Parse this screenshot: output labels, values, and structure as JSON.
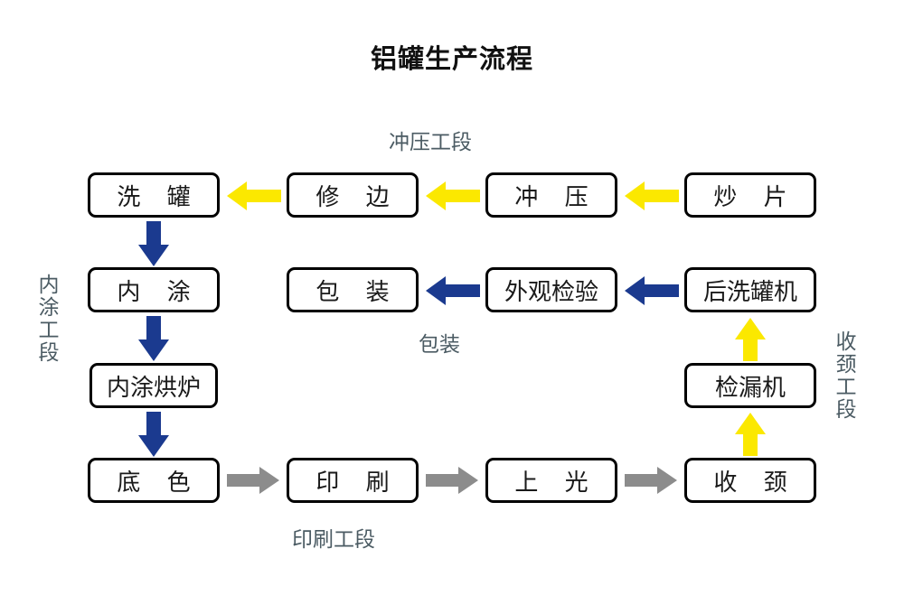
{
  "title": "铝罐生产流程",
  "colors": {
    "yellow": "#FBE800",
    "blue": "#1B3A8F",
    "gray": "#8C8C8C",
    "box_border": "#000000",
    "label_text": "#4B5B63",
    "background": "#FFFFFF"
  },
  "section_labels": {
    "stamping": "冲压工段",
    "inner_coating": "内涂工段",
    "printing": "印刷工段",
    "packing": "包装",
    "necking": "收颈工段"
  },
  "nodes": {
    "row1": [
      {
        "id": "wash-can",
        "label": "洗 罐"
      },
      {
        "id": "trim",
        "label": "修 边"
      },
      {
        "id": "stamping",
        "label": "冲 压"
      },
      {
        "id": "blank-feed",
        "label": "炒 片"
      }
    ],
    "row2": [
      {
        "id": "inner-coating",
        "label": "内 涂"
      },
      {
        "id": "packaging",
        "label": "包 装"
      },
      {
        "id": "appearance-inspection",
        "label": "外观检验"
      },
      {
        "id": "post-washer",
        "label": "后洗罐机"
      }
    ],
    "row3": [
      {
        "id": "inner-coating-oven",
        "label": "内涂烘炉"
      },
      {
        "id": "leak-tester",
        "label": "检漏机"
      }
    ],
    "row4": [
      {
        "id": "base-coat",
        "label": "底 色"
      },
      {
        "id": "printing",
        "label": "印 刷"
      },
      {
        "id": "varnish",
        "label": "上 光"
      },
      {
        "id": "necking",
        "label": "收 颈"
      }
    ]
  },
  "flow_edges": [
    {
      "from": "炒 片",
      "to": "冲 压",
      "color": "#FBE800",
      "direction": "left"
    },
    {
      "from": "冲 压",
      "to": "修 边",
      "color": "#FBE800",
      "direction": "left"
    },
    {
      "from": "修 边",
      "to": "洗 罐",
      "color": "#FBE800",
      "direction": "left"
    },
    {
      "from": "洗 罐",
      "to": "内 涂",
      "color": "#1B3A8F",
      "direction": "down"
    },
    {
      "from": "内 涂",
      "to": "内涂烘炉",
      "color": "#1B3A8F",
      "direction": "down"
    },
    {
      "from": "内涂烘炉",
      "to": "底 色",
      "color": "#1B3A8F",
      "direction": "down"
    },
    {
      "from": "底 色",
      "to": "印 刷",
      "color": "#8C8C8C",
      "direction": "right"
    },
    {
      "from": "印 刷",
      "to": "上 光",
      "color": "#8C8C8C",
      "direction": "right"
    },
    {
      "from": "上 光",
      "to": "收 颈",
      "color": "#8C8C8C",
      "direction": "right"
    },
    {
      "from": "收 颈",
      "to": "检漏机",
      "color": "#FBE800",
      "direction": "up"
    },
    {
      "from": "检漏机",
      "to": "后洗罐机",
      "color": "#FBE800",
      "direction": "up"
    },
    {
      "from": "后洗罐机",
      "to": "外观检验",
      "color": "#1B3A8F",
      "direction": "left"
    },
    {
      "from": "外观检验",
      "to": "包 装",
      "color": "#1B3A8F",
      "direction": "left"
    }
  ]
}
